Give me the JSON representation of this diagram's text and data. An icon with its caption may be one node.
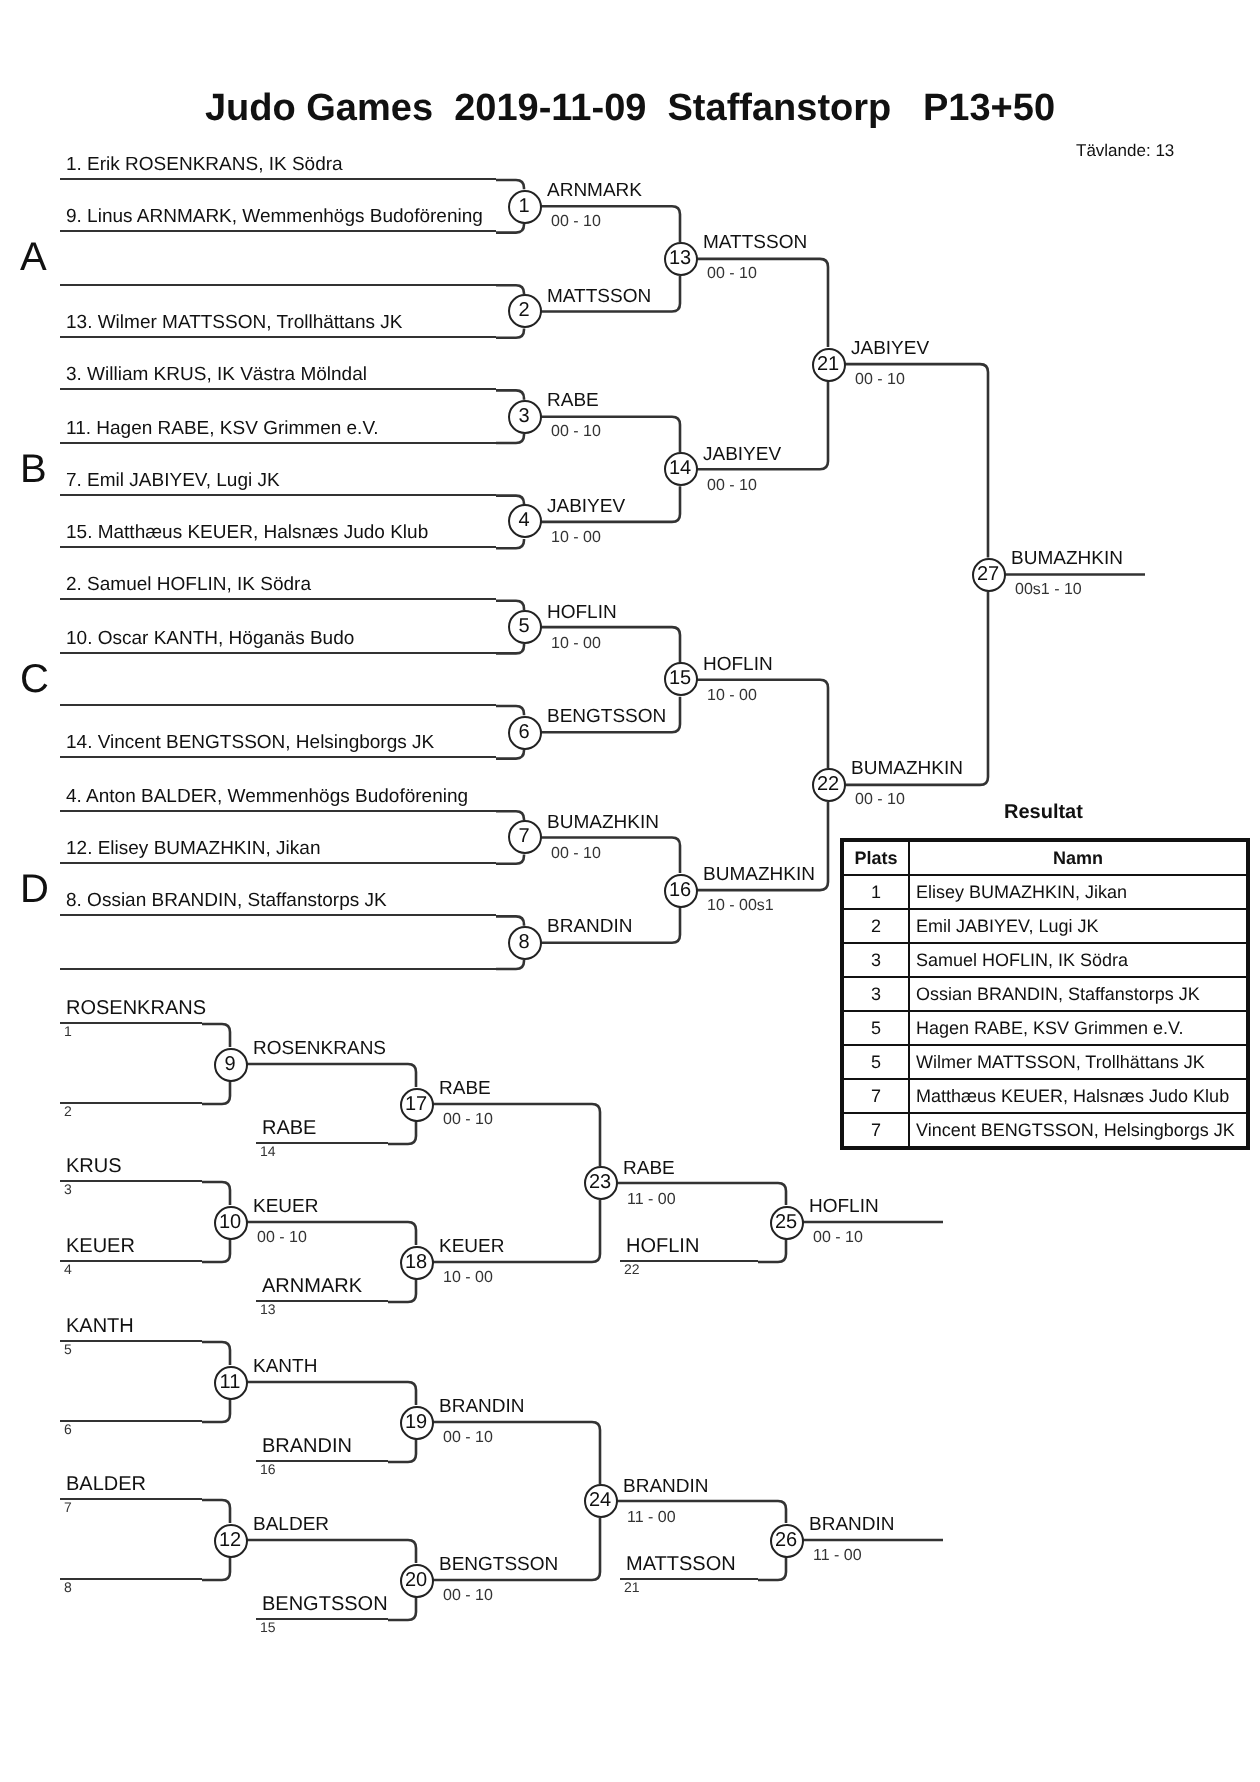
{
  "diagram": {
    "title": "Judo Games  2019-11-09  Staffanstorp   P13+50",
    "nodes": [
      {
        "text": [
          "1. Erik ROSENKRANS, IK Södra"
        ]
      },
      {
        "text": [
          "9. Linus ARNMARK, Wemmenhögs Budoförening"
        ]
      },
      {
        "text": [],
        "shape": "line"
      },
      {
        "text": [
          "13. Wilmer MATTSSON, Trollhättans JK"
        ]
      },
      {
        "text": [
          "3. William KRUS, IK Västra Mölndal"
        ]
      },
      {
        "text": [
          "11. Hagen RABE, KSV Grimmen e.V."
        ]
      },
      {
        "text": [
          "7. Emil JABIYEV, Lugi JK"
        ]
      },
      {
        "text": [
          "15. Matthæus KEUER, Halsnæs Judo Klub"
        ]
      },
      {
        "text": [
          "2. Samuel HOFLIN, IK Södra"
        ]
      },
      {
        "text": [
          "10. Oscar KANTH, Höganäs Budo"
        ]
      },
      {
        "text": [],
        "shape": "line"
      },
      {
        "text": [
          "14. Vincent BENGTSSON, Helsingborgs JK"
        ]
      },
      {
        "text": [
          "4. Anton BALDER, Wemmenhögs Budoförening"
        ]
      },
      {
        "text": [
          "12. Elisey BUMAZHKIN, Jikan"
        ]
      },
      {
        "text": [
          "8. Ossian BRANDIN, Staffanstorps JK"
        ]
      },
      {
        "text": [],
        "shape": "line"
      },
      {
        "text": [
          "1"
        ],
        "beside": [
          "ARNMARK",
          "00 - 10"
        ]
      },
      {
        "text": [
          "2"
        ],
        "beside": [
          "MATTSSON"
        ]
      },
      {
        "text": [
          "3"
        ],
        "beside": [
          "RABE",
          "00 - 10"
        ]
      },
      {
        "text": [
          "4"
        ],
        "beside": [
          "JABIYEV",
          "10 - 00"
        ]
      },
      {
        "text": [
          "5"
        ],
        "beside": [
          "HOFLIN",
          "10 - 00"
        ]
      },
      {
        "text": [
          "6"
        ],
        "beside": [
          "BENGTSSON"
        ]
      },
      {
        "text": [
          "7"
        ],
        "beside": [
          "BUMAZHKIN",
          "00 - 10"
        ]
      },
      {
        "text": [
          "8"
        ],
        "beside": [
          "BRANDIN"
        ]
      },
      {
        "text": [
          "13"
        ],
        "beside": [
          "MATTSSON",
          "00 - 10"
        ]
      },
      {
        "text": [
          "14"
        ],
        "beside": [
          "JABIYEV",
          "00 - 10"
        ]
      },
      {
        "text": [
          "15"
        ],
        "beside": [
          "HOFLIN",
          "10 - 00"
        ]
      },
      {
        "text": [
          "16"
        ],
        "beside": [
          "BUMAZHKIN",
          "10 - 00s1"
        ]
      },
      {
        "text": [
          "21"
        ],
        "beside": [
          "JABIYEV",
          "00 - 10"
        ]
      },
      {
        "text": [
          "22"
        ],
        "beside": [
          "BUMAZHKIN",
          "00 - 10"
        ]
      },
      {
        "text": [
          "27"
        ],
        "beside": [
          "BUMAZHKIN",
          "00s1 - 10"
        ]
      },
      {
        "text": [
          "ROSENKRANS"
        ],
        "beside": [
          "1"
        ]
      },
      {
        "text": [],
        "shape": "line",
        "beside": [
          "2"
        ]
      },
      {
        "text": [
          "9"
        ],
        "beside": [
          "ROSENKRANS"
        ]
      },
      {
        "text": [
          "RABE"
        ],
        "beside": [
          "14"
        ]
      },
      {
        "text": [
          "17"
        ],
        "beside": [
          "RABE",
          "00 - 10"
        ]
      },
      {
        "text": [
          "KRUS"
        ],
        "beside": [
          "3"
        ]
      },
      {
        "text": [
          "KEUER"
        ],
        "beside": [
          "4"
        ]
      },
      {
        "text": [
          "10"
        ],
        "beside": [
          "KEUER",
          "00 - 10"
        ]
      },
      {
        "text": [
          "ARNMARK"
        ],
        "beside": [
          "13"
        ]
      },
      {
        "text": [
          "18"
        ],
        "beside": [
          "KEUER",
          "10 - 00"
        ]
      },
      {
        "text": [
          "23"
        ],
        "beside": [
          "RABE",
          "11 - 00"
        ]
      },
      {
        "text": [
          "HOFLIN"
        ],
        "beside": [
          "22"
        ]
      },
      {
        "text": [
          "25"
        ],
        "beside": [
          "HOFLIN",
          "00 - 10"
        ]
      },
      {
        "text": [
          "KANTH"
        ],
        "beside": [
          "5"
        ]
      },
      {
        "text": [],
        "shape": "line",
        "beside": [
          "6"
        ]
      },
      {
        "text": [
          "11"
        ],
        "beside": [
          "KANTH"
        ]
      },
      {
        "text": [
          "BRANDIN"
        ],
        "beside": [
          "16"
        ]
      },
      {
        "text": [
          "19"
        ],
        "beside": [
          "BRANDIN",
          "00 - 10"
        ]
      },
      {
        "text": [
          "BALDER"
        ],
        "beside": [
          "7"
        ]
      },
      {
        "text": [],
        "shape": "line",
        "beside": [
          "8"
        ]
      },
      {
        "text": [
          "12"
        ],
        "beside": [
          "BALDER"
        ]
      },
      {
        "text": [
          "BENGTSSON"
        ],
        "beside": [
          "15"
        ]
      },
      {
        "text": [
          "20"
        ],
        "beside": [
          "BENGTSSON",
          "00 - 10"
        ]
      },
      {
        "text": [
          "24"
        ],
        "beside": [
          "BRANDIN",
          "11 - 00"
        ]
      },
      {
        "text": [
          "MATTSSON"
        ],
        "beside": [
          "21"
        ]
      },
      {
        "text": [
          "26"
        ],
        "beside": [
          "BRANDIN",
          "11 - 00"
        ]
      }
    ],
    "edges": [
      {
        "from": 0,
        "to": 16,
        "arrow": "none"
      },
      {
        "from": 1,
        "to": 16,
        "arrow": "none"
      },
      {
        "from": 2,
        "to": 17,
        "arrow": "none"
      },
      {
        "from": 3,
        "to": 17,
        "arrow": "none"
      },
      {
        "from": 4,
        "to": 18,
        "arrow": "none"
      },
      {
        "from": 5,
        "to": 18,
        "arrow": "none"
      },
      {
        "from": 6,
        "to": 19,
        "arrow": "none"
      },
      {
        "from": 7,
        "to": 19,
        "arrow": "none"
      },
      {
        "from": 8,
        "to": 20,
        "arrow": "none"
      },
      {
        "from": 9,
        "to": 20,
        "arrow": "none"
      },
      {
        "from": 10,
        "to": 21,
        "arrow": "none"
      },
      {
        "from": 11,
        "to": 21,
        "arrow": "none"
      },
      {
        "from": 12,
        "to": 22,
        "arrow": "none"
      },
      {
        "from": 13,
        "to": 22,
        "arrow": "none"
      },
      {
        "from": 14,
        "to": 23,
        "arrow": "none"
      },
      {
        "from": 15,
        "to": 23,
        "arrow": "none"
      },
      {
        "from": 16,
        "to": 24,
        "arrow": "none"
      },
      {
        "from": 17,
        "to": 24,
        "arrow": "none"
      },
      {
        "from": 18,
        "to": 25,
        "arrow": "none"
      },
      {
        "from": 19,
        "to": 25,
        "arrow": "none"
      },
      {
        "from": 20,
        "to": 26,
        "arrow": "none"
      },
      {
        "from": 21,
        "to": 26,
        "arrow": "none"
      },
      {
        "from": 22,
        "to": 27,
        "arrow": "none"
      },
      {
        "from": 23,
        "to": 27,
        "arrow": "none"
      },
      {
        "from": 24,
        "to": 28,
        "arrow": "none"
      },
      {
        "from": 25,
        "to": 28,
        "arrow": "none"
      },
      {
        "from": 26,
        "to": 29,
        "arrow": "none"
      },
      {
        "from": 27,
        "to": 29,
        "arrow": "none"
      },
      {
        "from": 28,
        "to": 30,
        "arrow": "none"
      },
      {
        "from": 29,
        "to": 30,
        "arrow": "none"
      },
      {
        "from": 30,
        "to": null,
        "arrow": "none"
      },
      {
        "from": 31,
        "to": 33,
        "arrow": "none"
      },
      {
        "from": 32,
        "to": 33,
        "arrow": "none"
      },
      {
        "from": 33,
        "to": 35,
        "arrow": "none"
      },
      {
        "from": 34,
        "to": 35,
        "arrow": "none"
      },
      {
        "from": 35,
        "to": 41,
        "arrow": "none"
      },
      {
        "from": 36,
        "to": 38,
        "arrow": "none"
      },
      {
        "from": 37,
        "to": 38,
        "arrow": "none"
      },
      {
        "from": 38,
        "to": 40,
        "arrow": "none"
      },
      {
        "from": 39,
        "to": 40,
        "arrow": "none"
      },
      {
        "from": 40,
        "to": 41,
        "arrow": "none"
      },
      {
        "from": 41,
        "to": 43,
        "arrow": "none"
      },
      {
        "from": 42,
        "to": 43,
        "arrow": "none"
      },
      {
        "from": 43,
        "to": null,
        "arrow": "none"
      },
      {
        "from": 44,
        "to": 46,
        "arrow": "none"
      },
      {
        "from": 45,
        "to": 46,
        "arrow": "none"
      },
      {
        "from": 46,
        "to": 48,
        "arrow": "none"
      },
      {
        "from": 47,
        "to": 48,
        "arrow": "none"
      },
      {
        "from": 48,
        "to": 54,
        "arrow": "none"
      },
      {
        "from": 49,
        "to": 51,
        "arrow": "none"
      },
      {
        "from": 50,
        "to": 51,
        "arrow": "none"
      },
      {
        "from": 51,
        "to": 53,
        "arrow": "none"
      },
      {
        "from": 52,
        "to": 53,
        "arrow": "none"
      },
      {
        "from": 53,
        "to": 54,
        "arrow": "none"
      },
      {
        "from": 54,
        "to": 56,
        "arrow": "none"
      },
      {
        "from": 55,
        "to": 56,
        "arrow": "none"
      },
      {
        "from": 56,
        "to": null,
        "arrow": "none"
      }
    ],
    "labels": [
      "Tävlande: 13",
      "A",
      "B",
      "C",
      "D",
      "Resultat",
      "Plats",
      "Namn",
      "1",
      "Elisey BUMAZHKIN, Jikan",
      "2",
      "Emil JABIYEV, Lugi JK",
      "3",
      "Samuel HOFLIN, IK Södra",
      "3",
      "Ossian BRANDIN, Staffanstorps JK",
      "5",
      "Hagen RABE, KSV Grimmen e.V.",
      "5",
      "Wilmer MATTSSON, Trollhättans JK",
      "7",
      "Matthæus KEUER, Halsnæs Judo Klub",
      "7",
      "Vincent BENGTSSON, Helsingborgs JK"
    ]
  }
}
